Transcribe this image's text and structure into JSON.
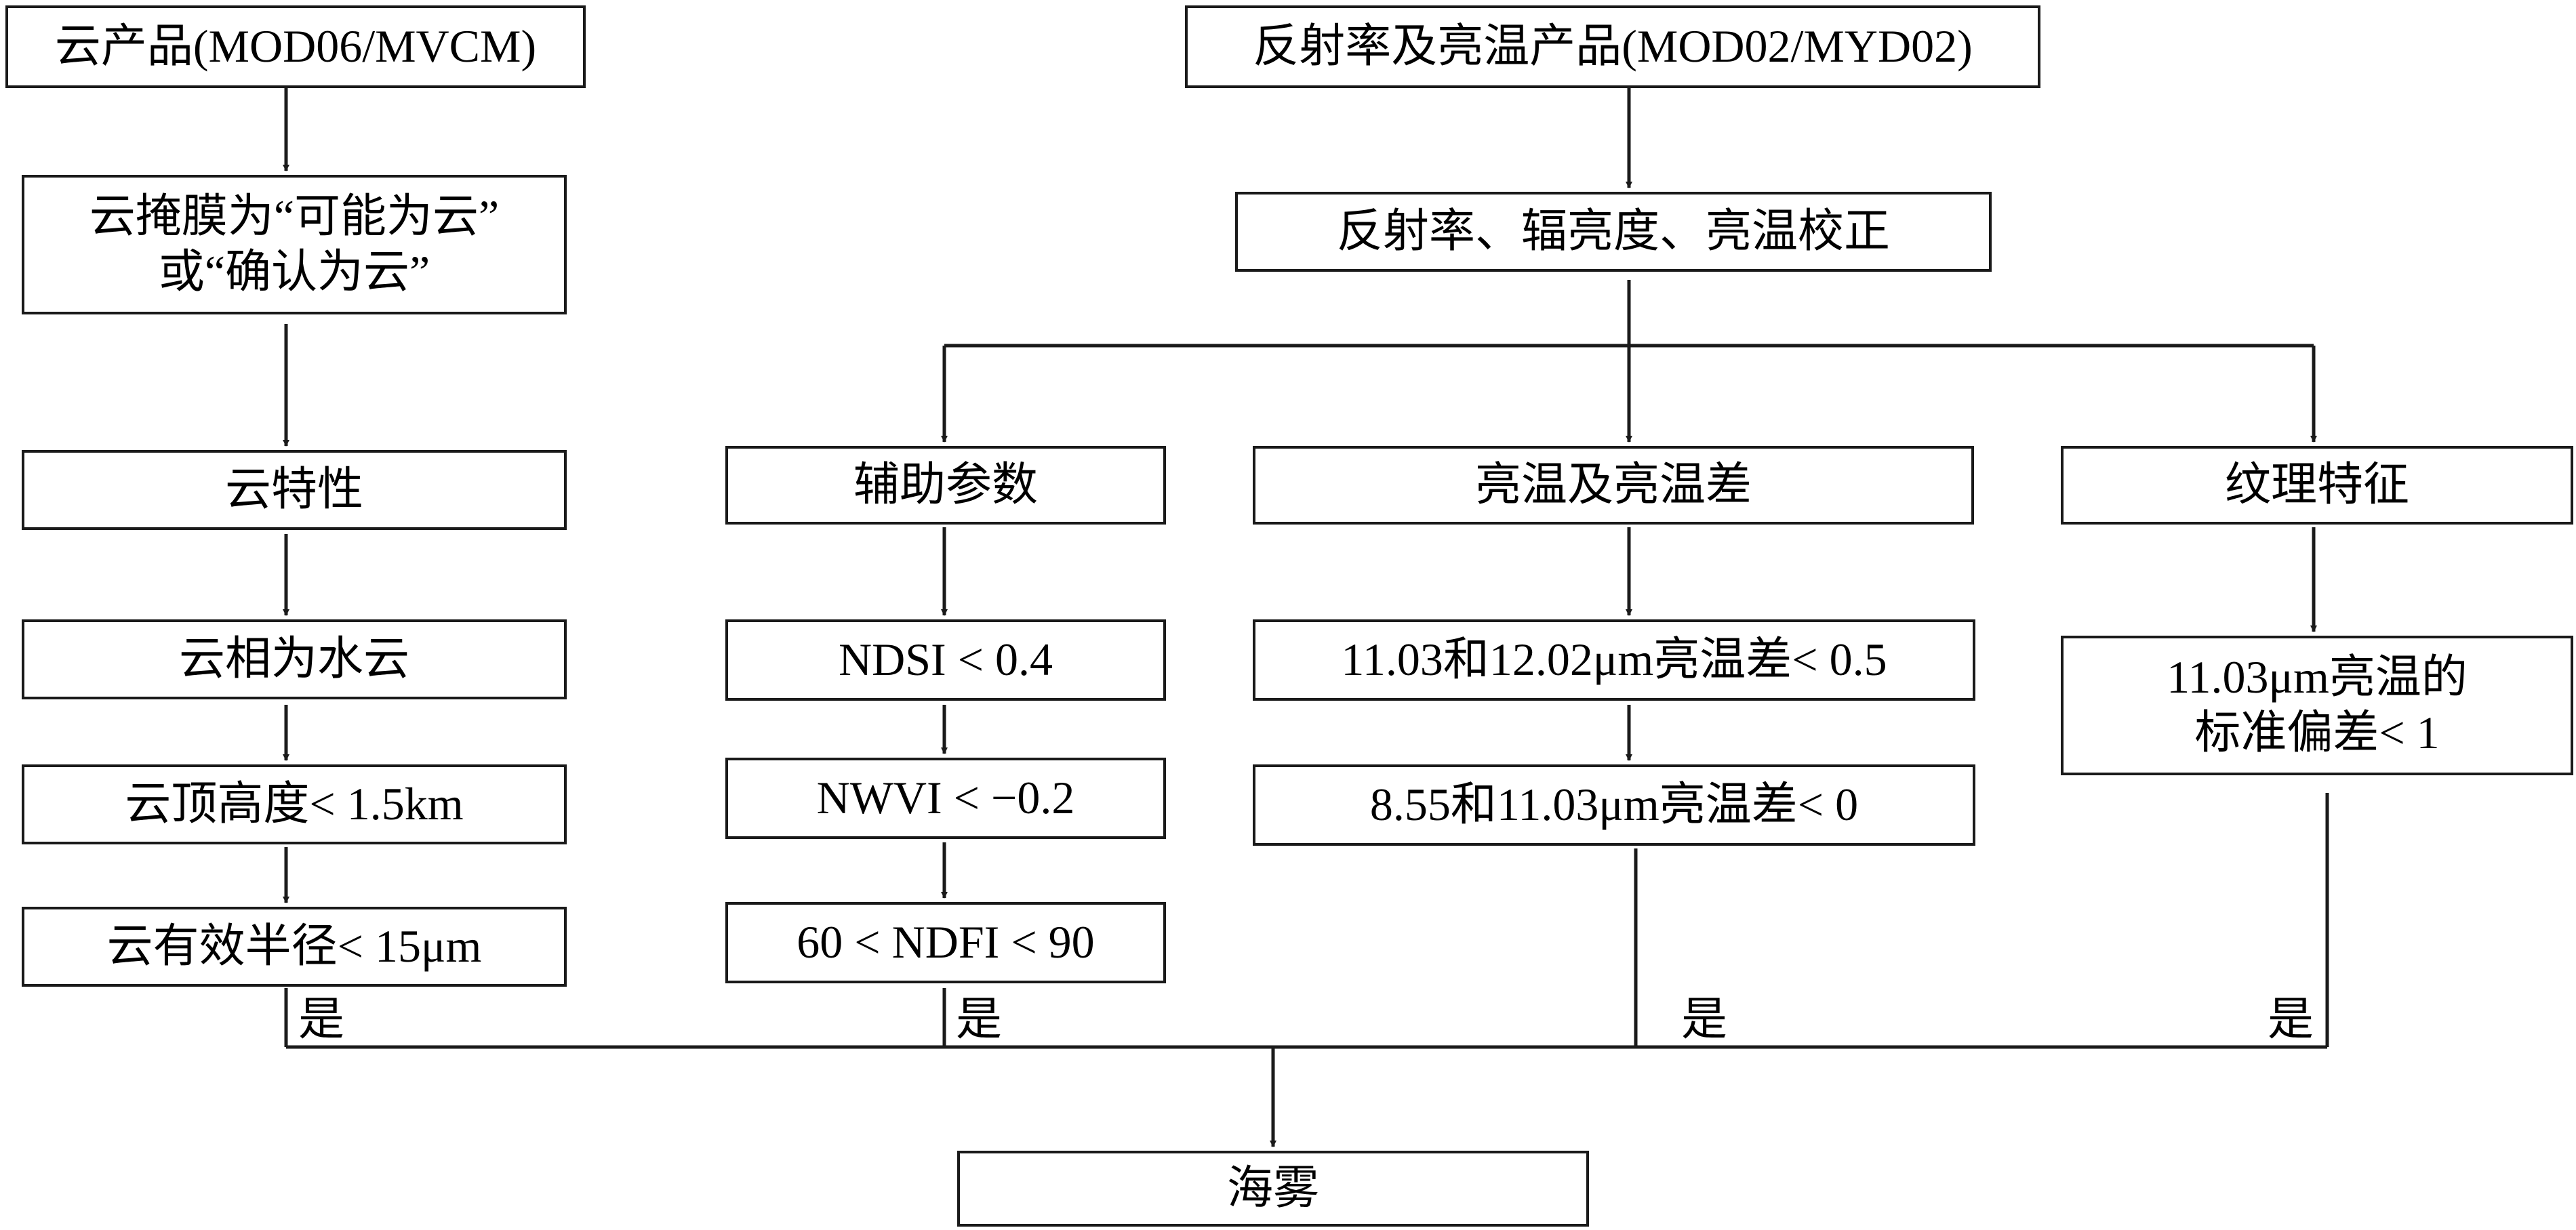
{
  "nodes": {
    "cloud_product": "云产品(MOD06/MVCM)",
    "cloud_mask_line1": "云掩膜为“可能为云”",
    "cloud_mask_line2": "或“确认为云”",
    "cloud_properties": "云特性",
    "cloud_phase": "云相为水云",
    "cloud_top_height": "云顶高度< 1.5km",
    "cloud_effective_radius": "云有效半径< 15μm",
    "reflectance_product": "反射率及亮温产品(MOD02/MYD02)",
    "calibration": "反射率、辐亮度、亮温校正",
    "auxiliary_params": "辅助参数",
    "ndsi": "NDSI < 0.4",
    "nwvi": "NWVI < −0.2",
    "ndfi": "60 < NDFI < 90",
    "bt_and_btd": "亮温及亮温差",
    "btd_11_12": "11.03和12.02μm亮温差< 0.5",
    "btd_8_11": "8.55和11.03μm亮温差< 0",
    "texture": "纹理特征",
    "bt_std_line1": "11.03μm亮温的",
    "bt_std_line2": "标准偏差< 1",
    "sea_fog": "海雾"
  },
  "yes_labels": {
    "cloud_branch": "是",
    "aux_branch": "是",
    "bt_branch": "是",
    "texture_branch": "是"
  },
  "style": {
    "line_color": "#1a1a1a",
    "border_color": "#1a1a1a",
    "background": "#ffffff"
  }
}
